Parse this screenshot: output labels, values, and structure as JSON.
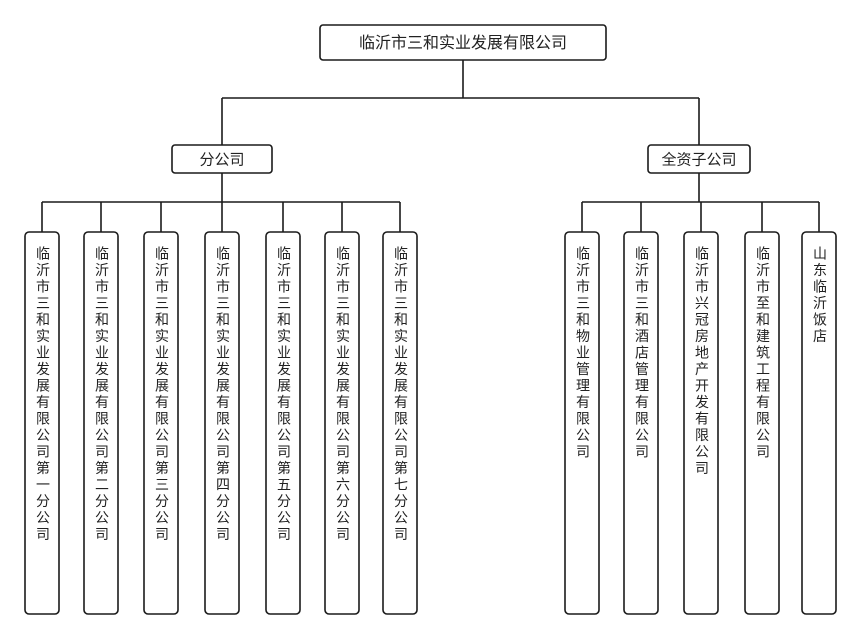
{
  "root": {
    "label": "临沂市三和实业发展有限公司"
  },
  "groups": [
    {
      "label": "分公司",
      "children": [
        "临沂市三和实业发展有限公司第一分公司",
        "临沂市三和实业发展有限公司第二分公司",
        "临沂市三和实业发展有限公司第三分公司",
        "临沂市三和实业发展有限公司第四分公司",
        "临沂市三和实业发展有限公司第五分公司",
        "临沂市三和实业发展有限公司第六分公司",
        "临沂市三和实业发展有限公司第七分公司"
      ]
    },
    {
      "label": "全资子公司",
      "children": [
        "临沂市三和物业管理有限公司",
        "临沂市三和酒店管理有限公司",
        "临沂市兴冠房地产开发有限公司",
        "临沂市至和建筑工程有限公司",
        "山东临沂饭店"
      ]
    }
  ],
  "colors": {
    "line": "#1a1a1a",
    "box_fill": "#ffffff",
    "text": "#222222"
  }
}
